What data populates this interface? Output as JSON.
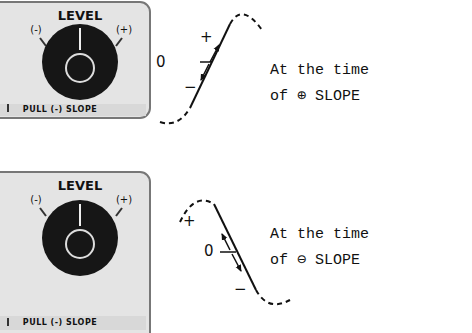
{
  "diagram": {
    "nodes": [
      {
        "text": [
          "LEVEL",
          "(-)",
          "(+)",
          "PULL (-) SLOPE"
        ]
      },
      {
        "text": [
          "LEVEL",
          "(-)",
          "(+)",
          "PULL (-) SLOPE"
        ]
      }
    ],
    "labels": [
      "0",
      "+",
      "−",
      "At the time of ⊕ SLOPE",
      "+",
      "0",
      "−",
      "At the time of ⊖ SLOPE"
    ]
  }
}
